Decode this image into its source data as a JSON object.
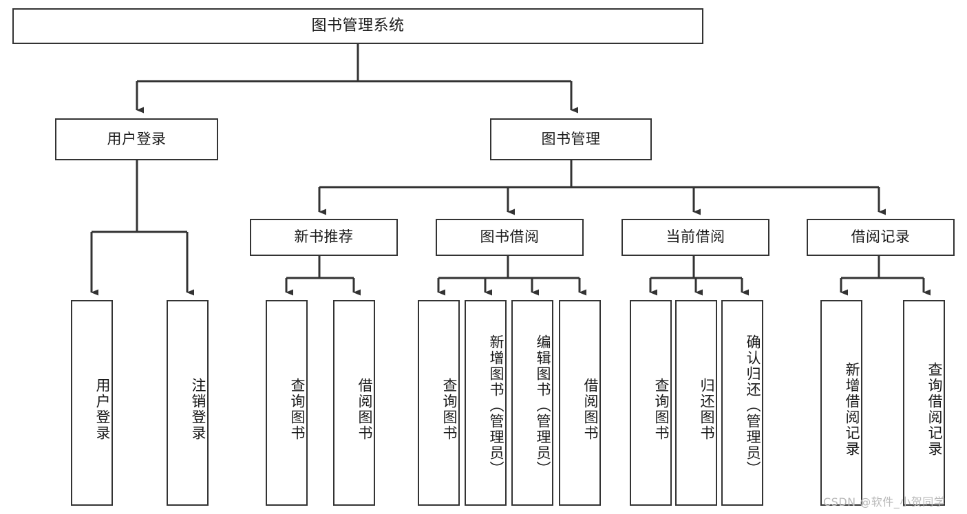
{
  "diagram": {
    "type": "tree",
    "title": "图书管理系统",
    "background_color": "#ffffff",
    "line_color": "#333333",
    "box_border_color": "#333333",
    "box_fill_color": "#ffffff",
    "text_color": "#1a1a1a"
  },
  "nodes": {
    "root": {
      "label": "图书管理系统"
    },
    "level2": [
      {
        "label": "用户登录"
      },
      {
        "label": "图书管理"
      }
    ],
    "level3": [
      {
        "label": "新书推荐"
      },
      {
        "label": "图书借阅"
      },
      {
        "label": "当前借阅"
      },
      {
        "label": "借阅记录"
      }
    ],
    "leaves": {
      "user_login": [
        {
          "label": "用户登录"
        },
        {
          "label": "注销登录"
        }
      ],
      "new_book_recommend": [
        {
          "label": "查询图书"
        },
        {
          "label": "借阅图书"
        }
      ],
      "book_borrow": [
        {
          "label": "查询图书"
        },
        {
          "label": "新增图书（管理员）"
        },
        {
          "label": "编辑图书（管理员）"
        },
        {
          "label": "借阅图书"
        }
      ],
      "current_borrow": [
        {
          "label": "查询图书"
        },
        {
          "label": "归还图书"
        },
        {
          "label": "确认归还（管理员）"
        }
      ],
      "borrow_record": [
        {
          "label": "新增借阅记录"
        },
        {
          "label": "查询借阅记录"
        }
      ]
    }
  },
  "watermark": {
    "text": "CSDN @软件_小贺同学"
  }
}
